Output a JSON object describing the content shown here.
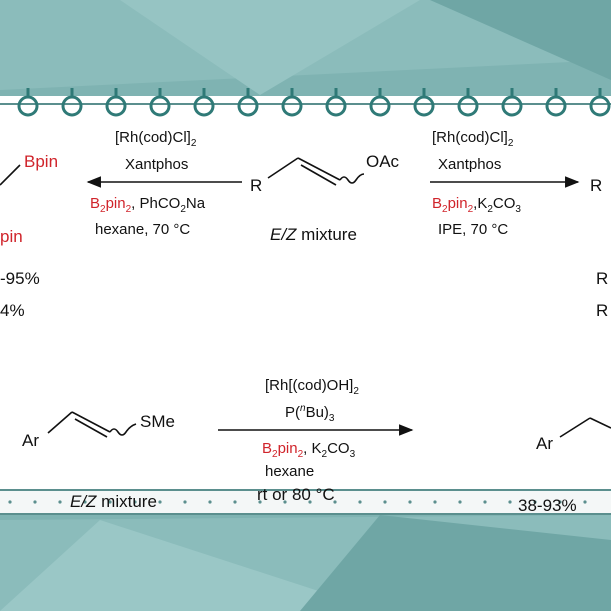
{
  "colors": {
    "background": "#7fb3b2",
    "accent_red": "#d0242b",
    "frame": "#5b8f8e"
  },
  "top": {
    "left_product": {
      "bpin_top": "Bpin",
      "bpin_bottom": "pin",
      "yield1": "-95%",
      "yield2": "4%"
    },
    "left_conditions": {
      "line1": "[Rh(cod)Cl]",
      "line1_sub": "2",
      "line2": "Xantphos",
      "line3_red": "B",
      "line3_red_sub": "2",
      "line3_red_tail": "pin",
      "line3_red_sub2": "2",
      "line3_rest": ", PhCO",
      "line3_sub": "2",
      "line3_end": "Na",
      "line4": "hexane, 70 °C"
    },
    "substrate": {
      "r": "R",
      "group": "OAc",
      "label_em": "E/Z",
      "label": " mixture"
    },
    "right_conditions": {
      "line1": "[Rh(cod)Cl]",
      "line1_sub": "2",
      "line2": "Xantphos",
      "line3_red": "B",
      "line3_red_sub": "2",
      "line3_red_tail": "pin",
      "line3_red_sub2": "2",
      "line3_rest": ",K",
      "line3_sub": "2",
      "line3_end": "CO",
      "line3_sub2": "3",
      "line4": "IPE, 70 °C"
    },
    "right_product": {
      "r1": "R",
      "r2": "R",
      "r3": "R"
    }
  },
  "bottom": {
    "substrate": {
      "ar": "Ar",
      "group": "SMe",
      "label_em": "E/Z",
      "label": " mixture"
    },
    "conditions": {
      "line1": "[Rh[(cod)OH]",
      "line1_sub": "2",
      "line2_pre": "P(",
      "line2_sup": "n",
      "line2_post": "Bu)",
      "line2_sub": "3",
      "line3_red": "B",
      "line3_red_sub": "2",
      "line3_red_tail": "pin",
      "line3_red_sub2": "2",
      "line3_rest": ", K",
      "line3_sub": "2",
      "line3_end": "CO",
      "line3_sub2": "3",
      "line4": "hexane",
      "line5": "rt or 80 °C"
    },
    "product": {
      "ar": "Ar",
      "yield": "38-93%"
    }
  }
}
